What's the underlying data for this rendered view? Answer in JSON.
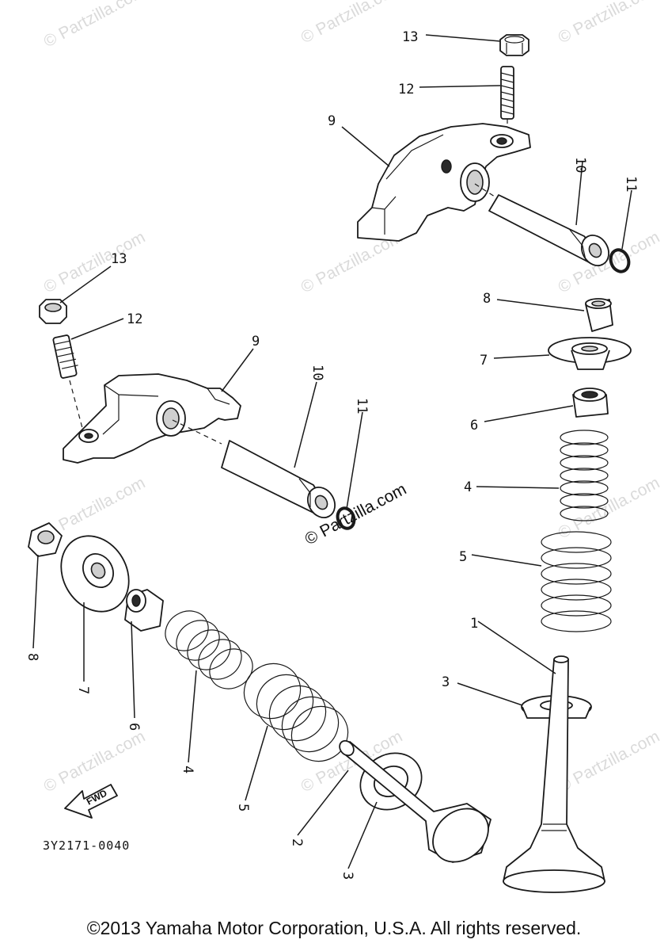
{
  "diagram": {
    "part_number_code": "3Y2171-0040",
    "fwd_label": "FWD",
    "watermark": "© Partzilla.com",
    "callouts": {
      "c13_top": "13",
      "c12_top": "12",
      "c9_top": "9",
      "c10_top": "10",
      "c11_top": "11",
      "c8_right": "8",
      "c7_right": "7",
      "c6_right": "6",
      "c4_right": "4",
      "c5_right": "5",
      "c1_right": "1",
      "c3_right": "3",
      "c13_left": "13",
      "c12_left": "12",
      "c9_left": "9",
      "c10_left": "10",
      "c11_left": "11",
      "c8_left": "8",
      "c7_left": "7",
      "c6_left": "6",
      "c4_left": "4",
      "c5_left": "5",
      "c2_left": "2",
      "c3_left": "3"
    }
  },
  "footer": {
    "copyright": "©2013 Yamaha Motor Corporation, U.S.A. All rights reserved."
  }
}
